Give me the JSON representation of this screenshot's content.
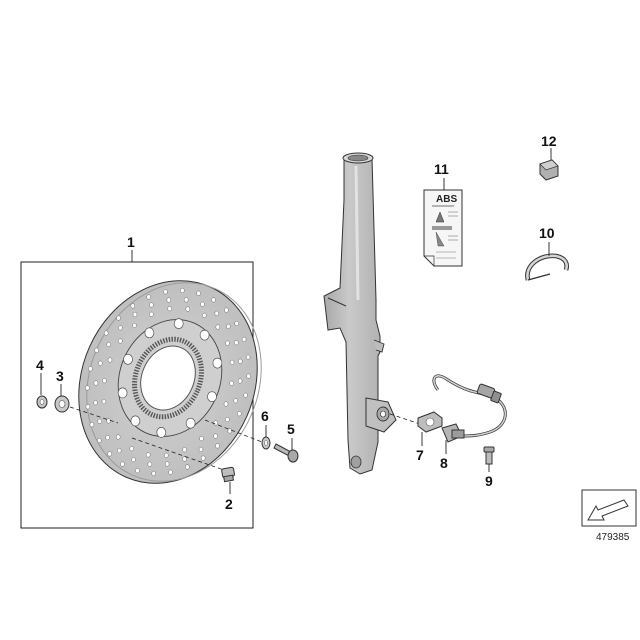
{
  "diagram": {
    "callouts": [
      {
        "id": "1",
        "label": "1"
      },
      {
        "id": "2",
        "label": "2"
      },
      {
        "id": "3",
        "label": "3"
      },
      {
        "id": "4",
        "label": "4"
      },
      {
        "id": "5",
        "label": "5"
      },
      {
        "id": "6",
        "label": "6"
      },
      {
        "id": "7",
        "label": "7"
      },
      {
        "id": "8",
        "label": "8"
      },
      {
        "id": "9",
        "label": "9"
      },
      {
        "id": "10",
        "label": "10"
      },
      {
        "id": "11",
        "label": "11"
      },
      {
        "id": "12",
        "label": "12"
      }
    ],
    "reference_number": "479385",
    "label_11": {
      "brand": "ABS"
    }
  }
}
